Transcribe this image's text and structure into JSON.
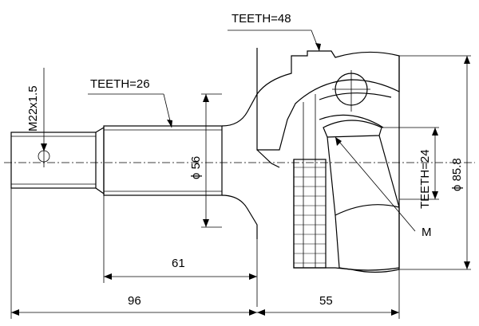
{
  "labels": {
    "teeth_top": "TEETH=48",
    "teeth_shaft": "TEETH=26",
    "thread": "M22x1.5",
    "shaft_dia": "ϕ 56",
    "teeth_inner": "TEETH=24",
    "outer_dia": "ϕ 85.8",
    "m_label": "M",
    "dim_61": "61",
    "dim_96": "96",
    "dim_55": "55"
  }
}
